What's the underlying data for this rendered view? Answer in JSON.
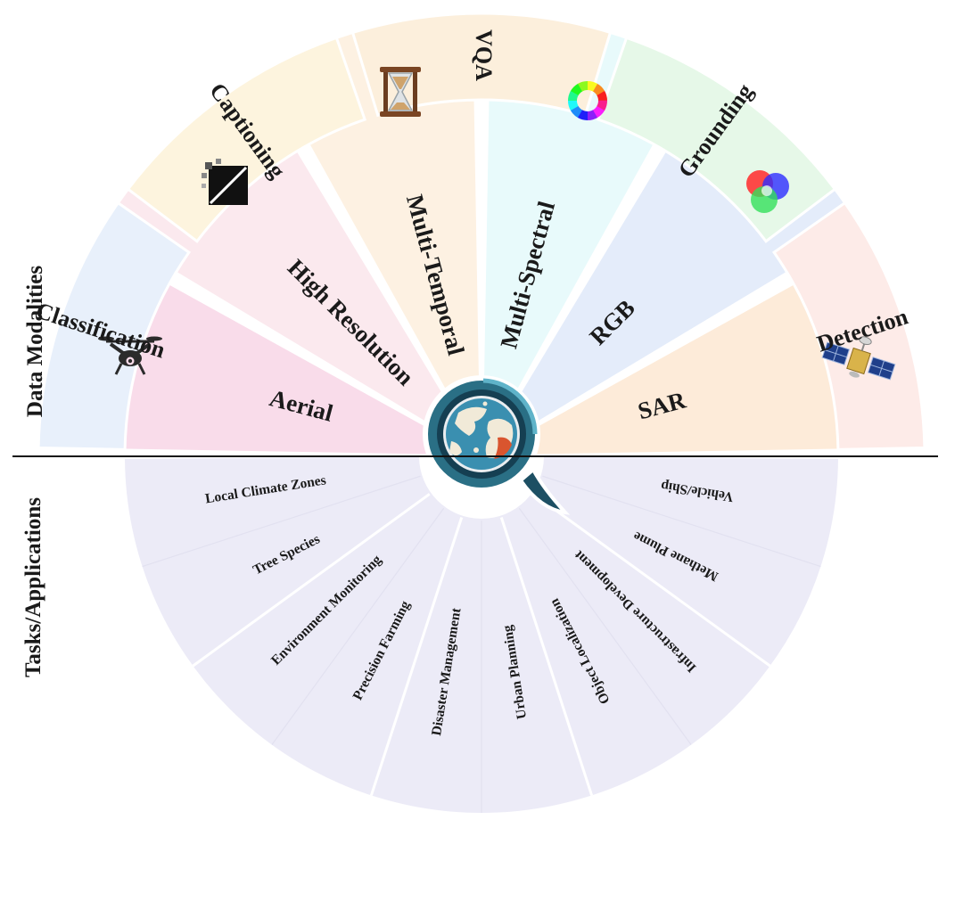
{
  "sections": {
    "data_modalities": "Data Modalities",
    "tasks_applications": "Tasks/Applications"
  },
  "modalities": [
    {
      "label": "Aerial",
      "icon": "drone-icon",
      "color": "#f9dcea"
    },
    {
      "label": "High Resolution",
      "icon": "high-resolution-icon",
      "color": "#fbe9ee"
    },
    {
      "label": "Multi-Temporal",
      "icon": "hourglass-icon",
      "color": "#fdf1e2"
    },
    {
      "label": "Multi-Spectral",
      "icon": "color-wheel-icon",
      "color": "#e8fafb"
    },
    {
      "label": "RGB",
      "icon": "rgb-circles-icon",
      "color": "#e4ecfa"
    },
    {
      "label": "SAR",
      "icon": "satellite-icon",
      "color": "#fdebd9"
    }
  ],
  "tasks": [
    {
      "label": "Classification",
      "color": "#e8f0fb"
    },
    {
      "label": "Captioning",
      "color": "#fdf4de"
    },
    {
      "label": "VQA",
      "color": "#fcefdc"
    },
    {
      "label": "Grounding",
      "color": "#e6f8e8"
    },
    {
      "label": "Detection",
      "color": "#fdebe8"
    }
  ],
  "applications": [
    "Local Climate Zones",
    "Tree Species",
    "Environment Monitoring",
    "Precision Farming",
    "Disaster Management",
    "Urban Planning",
    "Object Localization",
    "Infrastructure Development",
    "Methane Plume",
    "Vehicle/Ship"
  ],
  "center_logo": "globe-magnifier-logo",
  "colors": {
    "inner_ring": "#ecebf7",
    "inner_divider": "#e2e1f0",
    "axis_line": "#111111",
    "logo_ring": "#2a6f85"
  }
}
